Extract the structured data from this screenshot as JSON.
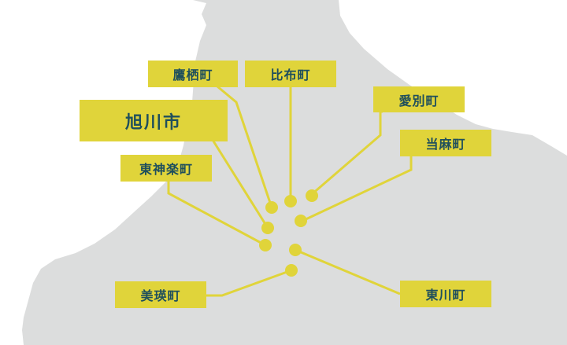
{
  "colors": {
    "land": "#dcdddd",
    "accent": "#e0d43a",
    "text": "#1f4f5c",
    "background": "#ffffff"
  },
  "labels": {
    "takasu": "鷹栖町",
    "pippu": "比布町",
    "aibetsu": "愛別町",
    "asahikawa": "旭川市",
    "touma": "当麻町",
    "higashikagura": "東神楽町",
    "biei": "美瑛町",
    "higashikawa": "東川町"
  }
}
